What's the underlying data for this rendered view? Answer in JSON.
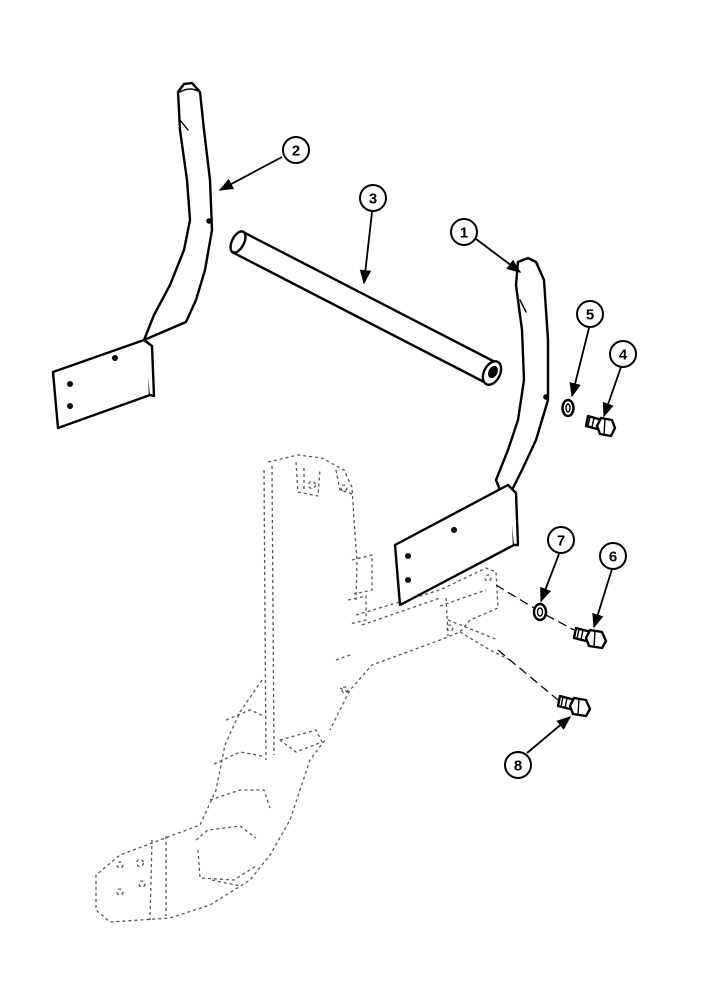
{
  "callouts": [
    {
      "id": "1",
      "label": "1"
    },
    {
      "id": "2",
      "label": "2"
    },
    {
      "id": "3",
      "label": "3"
    },
    {
      "id": "4",
      "label": "4"
    },
    {
      "id": "5",
      "label": "5"
    },
    {
      "id": "6",
      "label": "6"
    },
    {
      "id": "7",
      "label": "7"
    },
    {
      "id": "8",
      "label": "8"
    }
  ],
  "colors": {
    "line": "#000000",
    "phantom": "#555555",
    "background": "#ffffff"
  }
}
